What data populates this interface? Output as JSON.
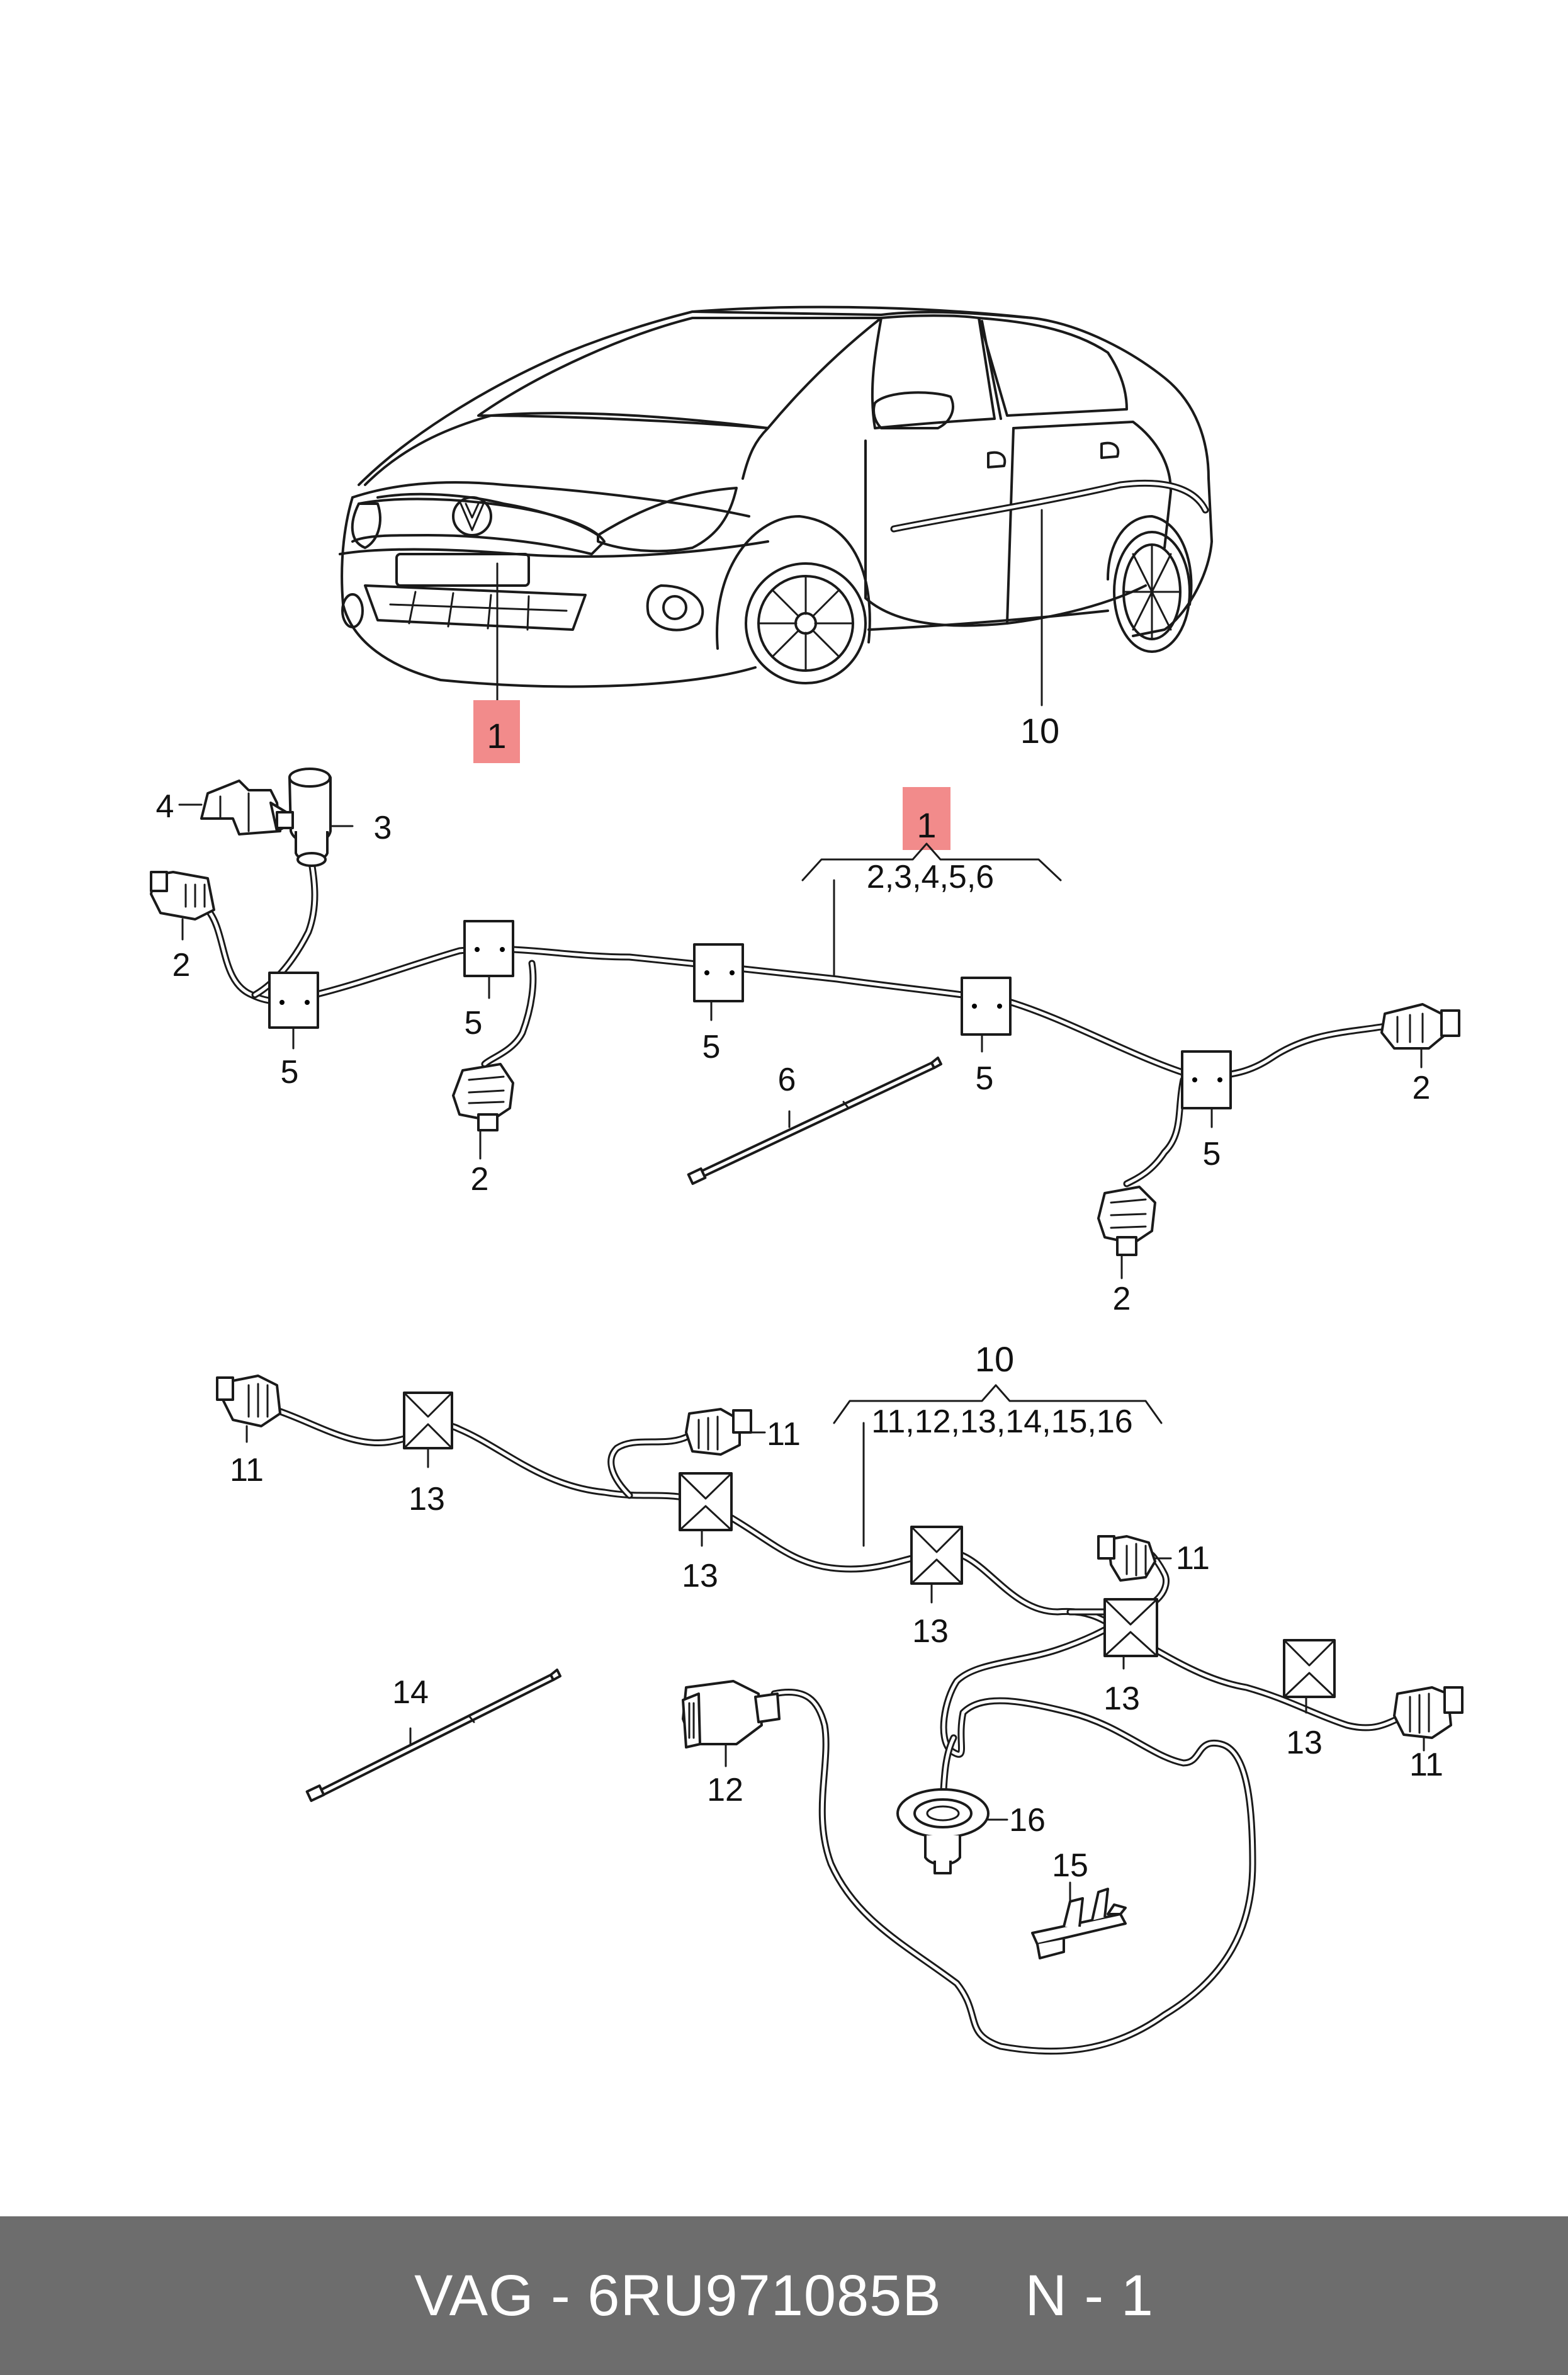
{
  "callouts": {
    "car_bumper": "1",
    "car_sill": "10",
    "harness_front_title": "1",
    "harness_front_sub": "2,3,4,5,6",
    "harness_rear_title": "10",
    "harness_rear_sub": "11,12,13,14,15,16",
    "p4": "4",
    "p3": "3",
    "p2a": "2",
    "p2b": "2",
    "p2c": "2",
    "p2d": "2",
    "p5a": "5",
    "p5b": "5",
    "p5c": "5",
    "p5d": "5",
    "p5e": "5",
    "p6": "6",
    "p11a": "11",
    "p11b": "11",
    "p11c": "11",
    "p11d": "11",
    "p13a": "13",
    "p13b": "13",
    "p13c": "13",
    "p13d": "13",
    "p13e": "13",
    "p14": "14",
    "p12": "12",
    "p16": "16",
    "p15": "15"
  },
  "colors": {
    "highlight": "#f28b8b",
    "footer_bg": "#6d6d6d",
    "footer_text": "#ffffff"
  },
  "footer": {
    "text": "VAG - 6RU971085B     N - 1"
  }
}
